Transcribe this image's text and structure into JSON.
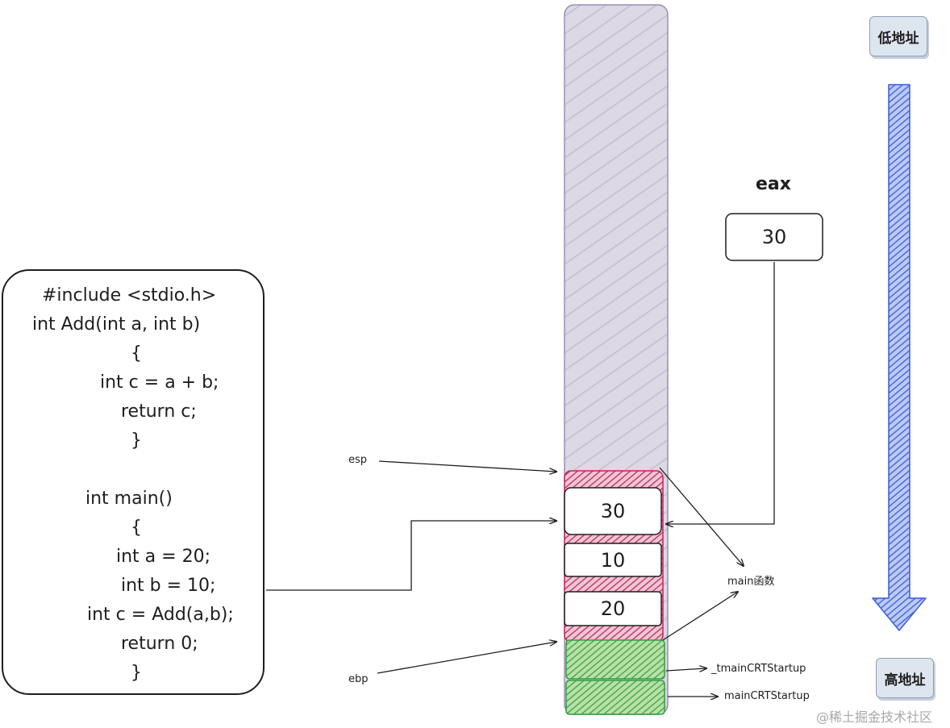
{
  "code": {
    "lines": [
      "#include <stdio.h>",
      "int Add(int a, int b)",
      "{",
      "int c = a + b;",
      "return c;",
      "}",
      "int main()",
      "{",
      "int a = 20;",
      "int b = 10;",
      "int c = Add(a,b);",
      "return 0;",
      "}"
    ]
  },
  "stack": {
    "cells": [
      "30",
      "10",
      "20"
    ],
    "frame_label": "main函数",
    "lower_frames": [
      "_tmainCRTStartup",
      "mainCRTStartup"
    ]
  },
  "registers": {
    "esp": "esp",
    "ebp": "ebp",
    "eax_label": "eax",
    "eax_value": "30"
  },
  "address": {
    "low": "低地址",
    "high": "高地址"
  },
  "watermark": "@稀土掘金技术社区",
  "colors": {
    "stack_fill": "#dcd8e4",
    "stack_border": "#9c8fb0",
    "frame_fill": "#e2a0b6",
    "frame_border": "#c2255c",
    "startup_fill": "#a6d38f",
    "startup_border": "#2f9e44",
    "arrow_fill": "#a5b9f0",
    "arrow_border": "#3b5bdb",
    "badge_fill": "#dde5ef"
  }
}
